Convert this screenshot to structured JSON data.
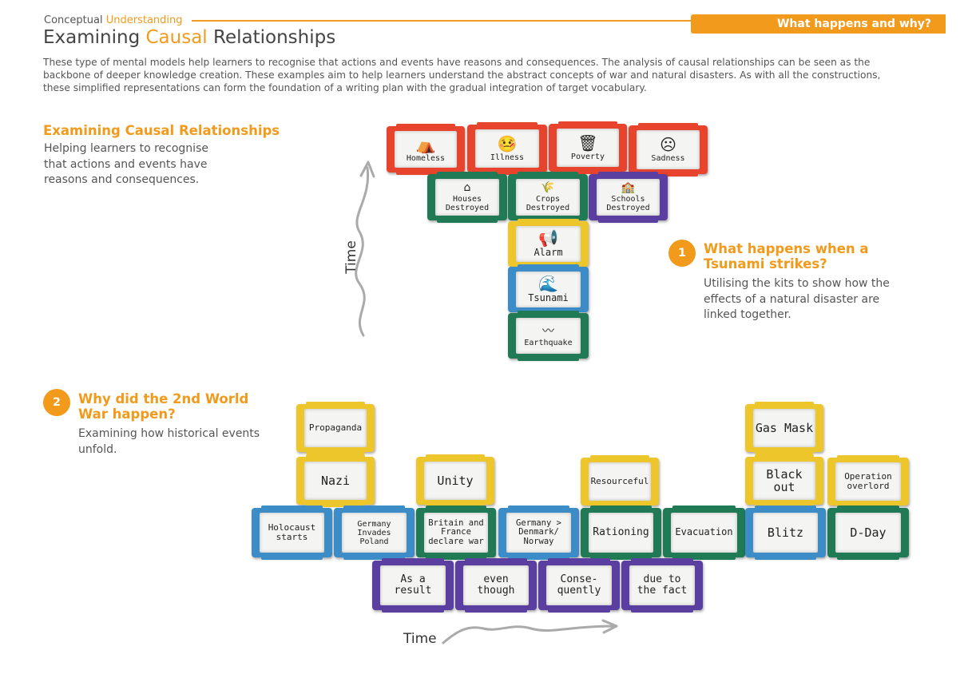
{
  "header": {
    "kicker_main": "Conceptual",
    "kicker_accent": "Understanding",
    "tag": "What happens and why?",
    "title_pre": "Examining",
    "title_accent": "Causal",
    "title_post": "Relationships",
    "intro": "These type of mental models help learners to recognise that actions and events have reasons and consequences. The analysis of causal relationships can be seen as the backbone of deeper knowledge creation. These examples aim to help learners understand the abstract concepts of war and natural disasters. As with all the constructions, these simplified representations can form the foundation of a writing plan with the gradual integration of target vocabulary."
  },
  "section_main": {
    "heading": "Examining Causal Relationships",
    "text": "Helping learners to recognise that actions and events have reasons and consequences."
  },
  "example1": {
    "number": "1",
    "heading": "What happens when a Tsunami strikes?",
    "text": "Utilising the kits to show how the effects of a natural disaster are linked together.",
    "axis_label": "Time",
    "bricks": {
      "homeless": {
        "label": "Homeless",
        "icon": "homeless-icon"
      },
      "illness": {
        "label": "Illness",
        "icon": "illness-icon"
      },
      "poverty": {
        "label": "Poverty",
        "icon": "poverty-icon"
      },
      "sadness": {
        "label": "Sadness",
        "icon": "sadness-icon"
      },
      "houses": {
        "label": "Houses\nDestroyed",
        "icon": "houses-icon"
      },
      "crops": {
        "label": "Crops\nDestroyed",
        "icon": "crops-icon"
      },
      "schools": {
        "label": "Schools\nDestroyed",
        "icon": "school-icon"
      },
      "alarm": {
        "label": "Alarm",
        "icon": "alarm-icon"
      },
      "tsunami": {
        "label": "Tsunami",
        "icon": "wave-icon"
      },
      "earthquake": {
        "label": "Earthquake",
        "icon": "seismograph-icon"
      }
    }
  },
  "example2": {
    "number": "2",
    "heading": "Why did the 2nd World War happen?",
    "text": "Examining how historical events unfold.",
    "axis_label": "Time",
    "bricks": {
      "propaganda": "Propaganda",
      "nazi": "Nazi",
      "holocaust": "Holocaust\nstarts",
      "germany_poland": "Germany\nInvades\nPoland",
      "unity": "Unity",
      "britain_france": "Britain and\nFrance\ndeclare war",
      "germany_denmark": "Germany >\nDenmark/\nNorway",
      "resourceful": "Resourceful",
      "rationing": "Rationing",
      "evacuation": "Evacuation",
      "gas_mask": "Gas Mask",
      "black_out": "Black out",
      "blitz": "Blitz",
      "operation_overlord": "Operation\noverlord",
      "d_day": "D-Day",
      "as_a_result": "As a\nresult",
      "even_though": "even\nthough",
      "consequently": "Conse-\nquently",
      "due_to": "due to\nthe fact"
    }
  },
  "colors": {
    "accent": "#f29a1c",
    "red": "#e8432c",
    "green": "#1f7a55",
    "purple": "#5b3fa0",
    "yellow": "#ecc62a",
    "blue": "#3b8cc7"
  }
}
